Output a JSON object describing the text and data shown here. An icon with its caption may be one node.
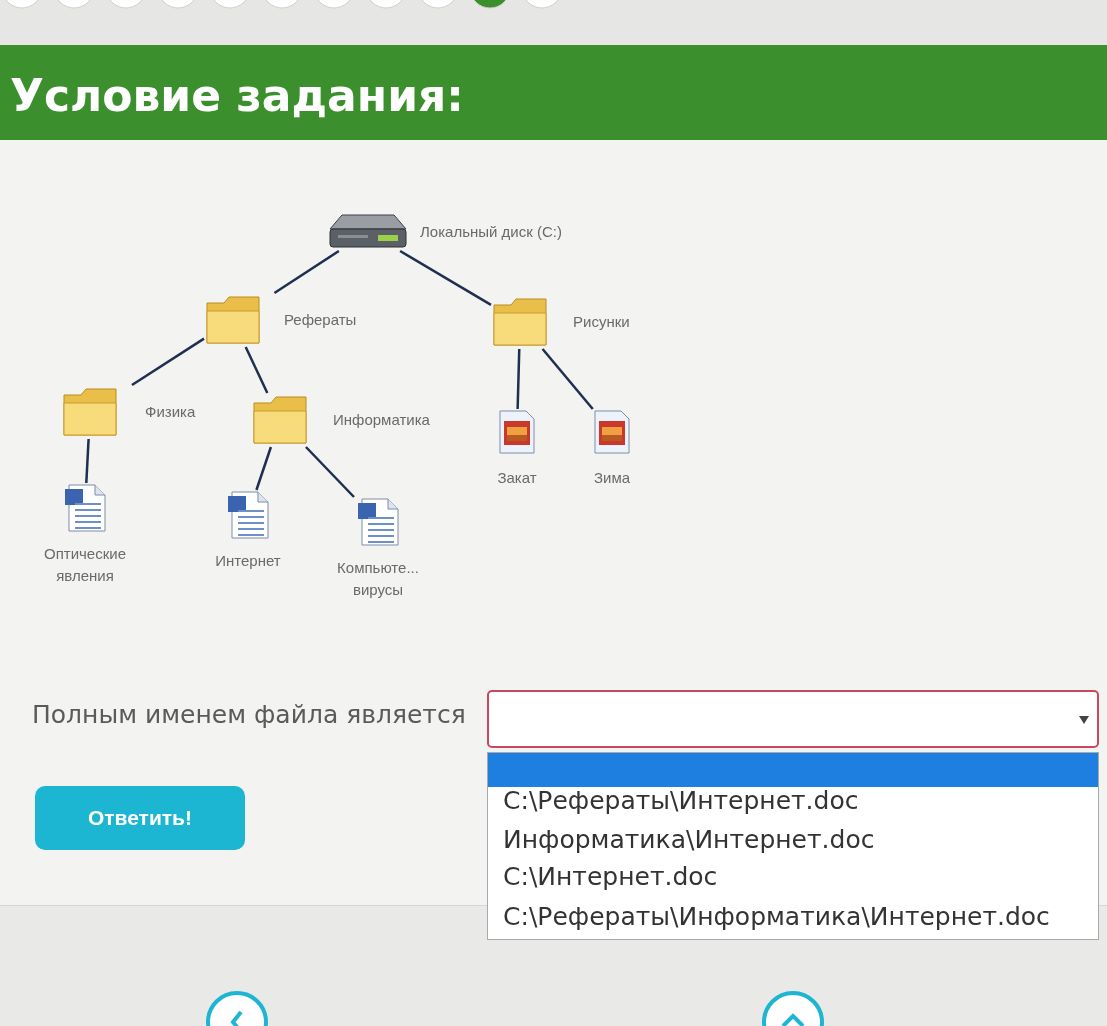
{
  "diagram": {
    "title": "Условие задания:",
    "nodes": [
      {
        "text": [
          "Локальный диск (C:)"
        ]
      },
      {
        "text": [
          "Рефераты"
        ]
      },
      {
        "text": [
          "Рисунки"
        ]
      },
      {
        "text": [
          "Физика"
        ]
      },
      {
        "text": [
          "Информатика"
        ]
      },
      {
        "text": [
          "Оптические явления"
        ]
      },
      {
        "text": [
          "Интернет"
        ]
      },
      {
        "text": [
          "Компьюте... вирусы"
        ]
      },
      {
        "text": [
          "Закат"
        ]
      },
      {
        "text": [
          "Зима"
        ]
      }
    ],
    "edges": [
      {
        "from": 0,
        "to": 1,
        "arrow": "none"
      },
      {
        "from": 0,
        "to": 2,
        "arrow": "none"
      },
      {
        "from": 1,
        "to": 3,
        "arrow": "none"
      },
      {
        "from": 1,
        "to": 4,
        "arrow": "none"
      },
      {
        "from": 3,
        "to": 5,
        "arrow": "none"
      },
      {
        "from": 4,
        "to": 6,
        "arrow": "none"
      },
      {
        "from": 4,
        "to": 7,
        "arrow": "none"
      },
      {
        "from": 2,
        "to": 8,
        "arrow": "none"
      },
      {
        "from": 2,
        "to": 9,
        "arrow": "none"
      }
    ],
    "labels": [
      "Полным именем файла является",
      "Ответить!",
      "C:\\Рефераты\\Интернет.doc",
      "Информатика\\Интернет.doc",
      "C:\\Интернет.doc",
      "C:\\Рефераты\\Информатика\\Интернет.doc"
    ]
  }
}
